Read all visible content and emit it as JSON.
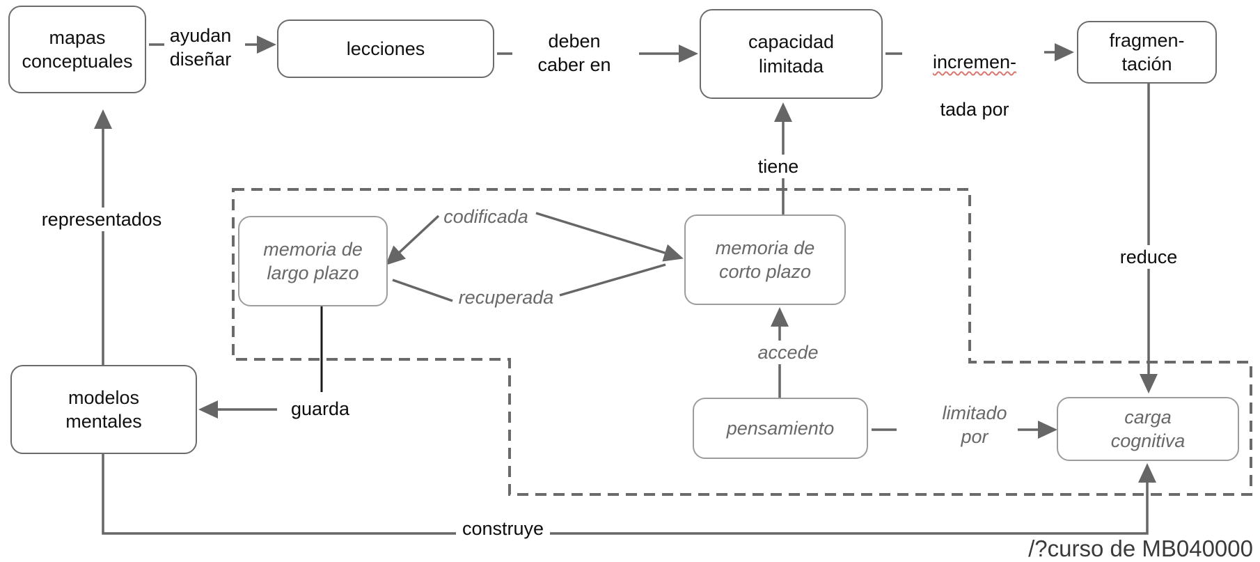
{
  "colors": {
    "node_border": "#6b6b6b",
    "light_node_border": "#9c9c9c",
    "line": "#666666",
    "black_line": "#1a1a1a",
    "text": "#111111",
    "gray_text": "#686868",
    "squiggle": "#d9766f"
  },
  "nodes": {
    "mapas": "mapas\nconceptuales",
    "lecciones": "lecciones",
    "capacidad": "capacidad\nlimitada",
    "fragmentacion": "fragmen-\ntación",
    "modelos": "modelos\nmentales",
    "memoria_largo": "memoria de\nlargo plazo",
    "memoria_corto": "memoria de\ncorto plazo",
    "pensamiento": "pensamiento",
    "carga": "carga\ncognitiva"
  },
  "edge_labels": {
    "ayudan": "ayudan\ndiseñar",
    "deben": "deben\ncaber en",
    "incrementada_line1": "incremen-",
    "incrementada_line2": "tada por",
    "tiene": "tiene",
    "representados": "representados",
    "codificada": "codificada",
    "recuperada": "recuperada",
    "accede": "accede",
    "guarda": "guarda",
    "limitado": "limitado\npor",
    "reduce": "reduce",
    "construye": "construye"
  },
  "caption": {
    "text": "/?curso de MB040000"
  }
}
